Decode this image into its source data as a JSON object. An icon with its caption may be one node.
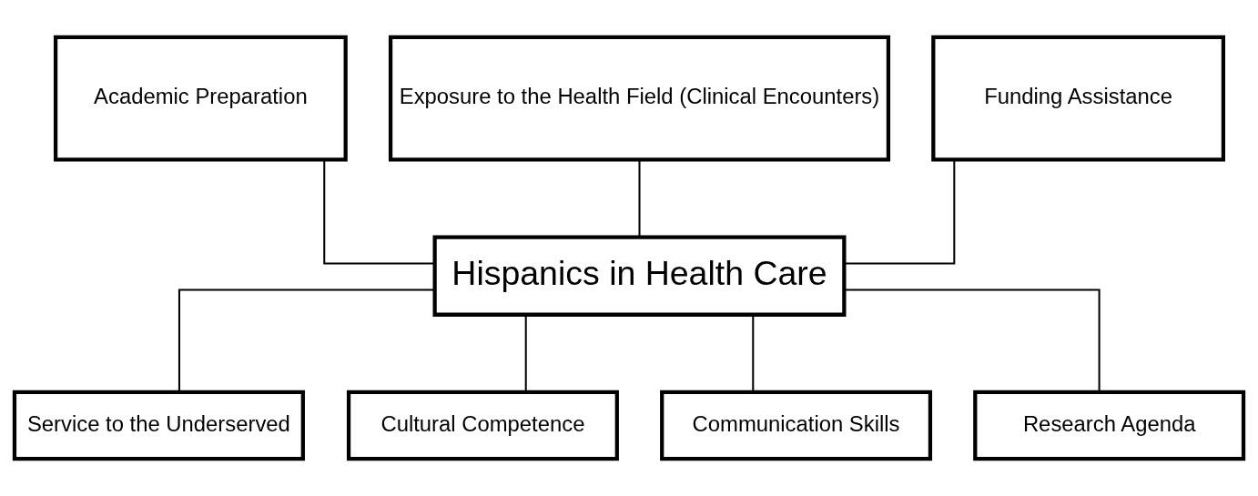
{
  "diagram": {
    "nodes": [
      {
        "text": [
          "Academic Preparation"
        ]
      },
      {
        "text": [
          "Exposure to the Health Field (Clinical Encounters)"
        ]
      },
      {
        "text": [
          "Funding Assistance"
        ]
      },
      {
        "text": [
          "Hispanics in Health Care"
        ]
      },
      {
        "text": [
          "Service to the Underserved"
        ]
      },
      {
        "text": [
          "Cultural Competence"
        ]
      },
      {
        "text": [
          "Communication Skills"
        ]
      },
      {
        "text": [
          "Research Agenda"
        ]
      }
    ],
    "edges": [
      {
        "from": 0,
        "to": 3,
        "arrow": "none"
      },
      {
        "from": 1,
        "to": 3,
        "arrow": "none"
      },
      {
        "from": 2,
        "to": 3,
        "arrow": "none"
      },
      {
        "from": 3,
        "to": 4,
        "arrow": "none"
      },
      {
        "from": 3,
        "to": 5,
        "arrow": "none"
      },
      {
        "from": 3,
        "to": 6,
        "arrow": "none"
      },
      {
        "from": 3,
        "to": 7,
        "arrow": "none"
      }
    ]
  }
}
